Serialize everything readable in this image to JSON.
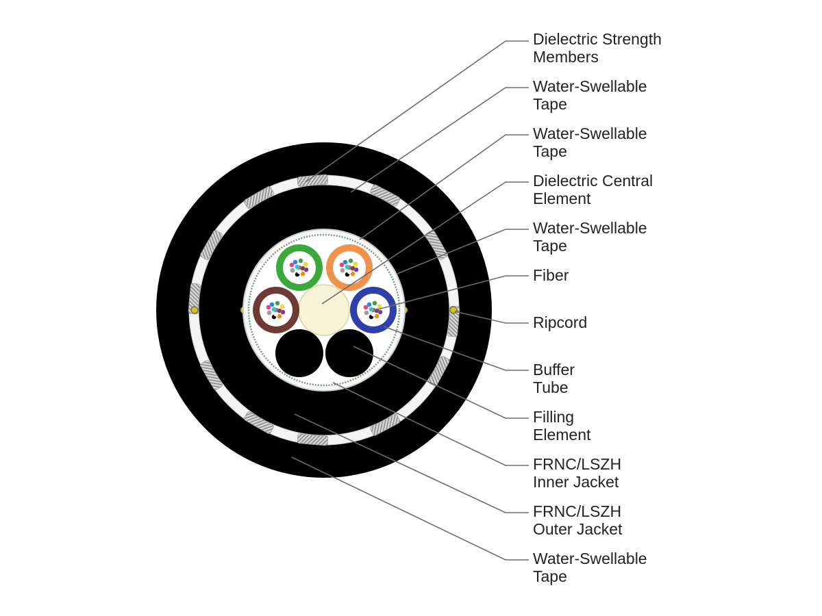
{
  "labels": [
    {
      "id": "dielectric-strength-members",
      "lines": [
        "Dielectric Strength",
        "Members"
      ]
    },
    {
      "id": "water-swellable-tape-outer",
      "lines": [
        "Water-Swellable",
        "Tape"
      ]
    },
    {
      "id": "water-swellable-tape-core",
      "lines": [
        "Water-Swellable",
        "Tape"
      ]
    },
    {
      "id": "dielectric-central-element",
      "lines": [
        "Dielectric Central",
        "Element"
      ]
    },
    {
      "id": "water-swellable-tape-inner",
      "lines": [
        "Water-Swellable",
        "Tape"
      ]
    },
    {
      "id": "fiber",
      "lines": [
        "Fiber"
      ]
    },
    {
      "id": "ripcord",
      "lines": [
        "Ripcord"
      ]
    },
    {
      "id": "buffer-tube",
      "lines": [
        "Buffer",
        "Tube"
      ]
    },
    {
      "id": "filling-element",
      "lines": [
        "Filling",
        "Element"
      ]
    },
    {
      "id": "inner-jacket",
      "lines": [
        "FRNC/LSZH",
        "Inner Jacket"
      ]
    },
    {
      "id": "outer-jacket",
      "lines": [
        "FRNC/LSZH",
        "Outer Jacket"
      ]
    },
    {
      "id": "water-swellable-tape-bottom",
      "lines": [
        "Water-Swellable",
        "Tape"
      ]
    }
  ],
  "colors": {
    "jacket": "#000000",
    "tape": "#f2f2f2",
    "strength_member": "#bdbdbd",
    "central_element": "#f7f3d6",
    "buffer_green": "#3aa83a",
    "buffer_orange": "#f0924a",
    "buffer_brown": "#6e3a33",
    "buffer_blue": "#2f3fa8",
    "ripcord": "#d6c21a",
    "leader_line": "#6b6b6b"
  }
}
